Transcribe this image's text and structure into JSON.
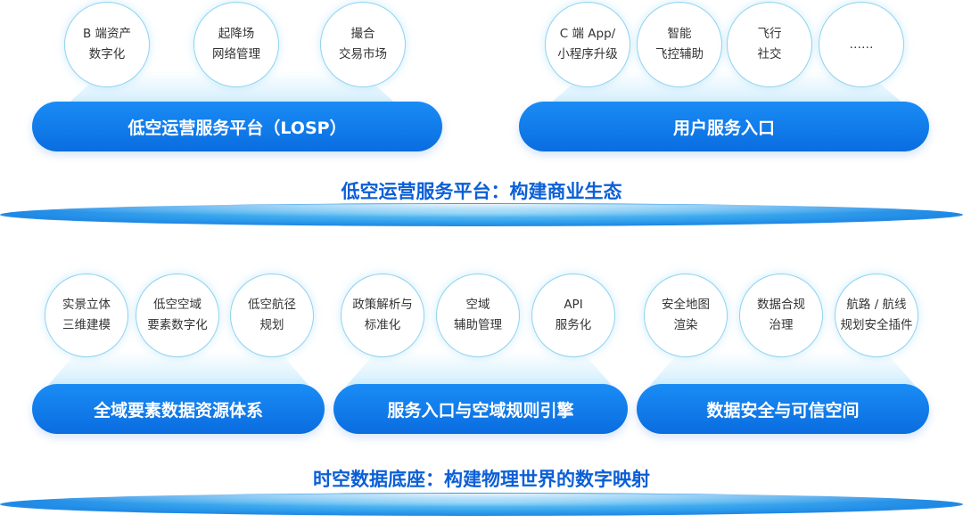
{
  "top": {
    "left_group": {
      "items": [
        {
          "line1": "B 端资产",
          "line2": "数字化"
        },
        {
          "line1": "起降场",
          "line2": "网络管理"
        },
        {
          "line1": "撮合",
          "line2": "交易市场"
        }
      ],
      "pill": "低空运营服务平台（LOSP）"
    },
    "right_group": {
      "items": [
        {
          "line1": "C 端 App/",
          "line2": "小程序升级"
        },
        {
          "line1": "智能",
          "line2": "飞控辅助"
        },
        {
          "line1": "飞行",
          "line2": "社交"
        },
        {
          "line1": "……",
          "line2": ""
        }
      ],
      "pill": "用户服务入口"
    },
    "section_title": "低空运营服务平台：构建商业生态"
  },
  "bottom": {
    "groups": [
      {
        "items": [
          {
            "line1": "实景立体",
            "line2": "三维建模"
          },
          {
            "line1": "低空空域",
            "line2": "要素数字化"
          },
          {
            "line1": "低空航径",
            "line2": "规划"
          }
        ],
        "pill": "全域要素数据资源体系"
      },
      {
        "items": [
          {
            "line1": "政策解析与",
            "line2": "标准化"
          },
          {
            "line1": "空域",
            "line2": "辅助管理"
          },
          {
            "line1": "API",
            "line2": "服务化"
          }
        ],
        "pill": "服务入口与空域规则引擎"
      },
      {
        "items": [
          {
            "line1": "安全地图",
            "line2": "渲染"
          },
          {
            "line1": "数据合规",
            "line2": "治理"
          },
          {
            "line1": "航路 / 航线",
            "line2": "规划安全插件"
          }
        ],
        "pill": "数据安全与可信空间"
      }
    ],
    "section_title": "时空数据底座：构建物理世界的数字映射"
  }
}
